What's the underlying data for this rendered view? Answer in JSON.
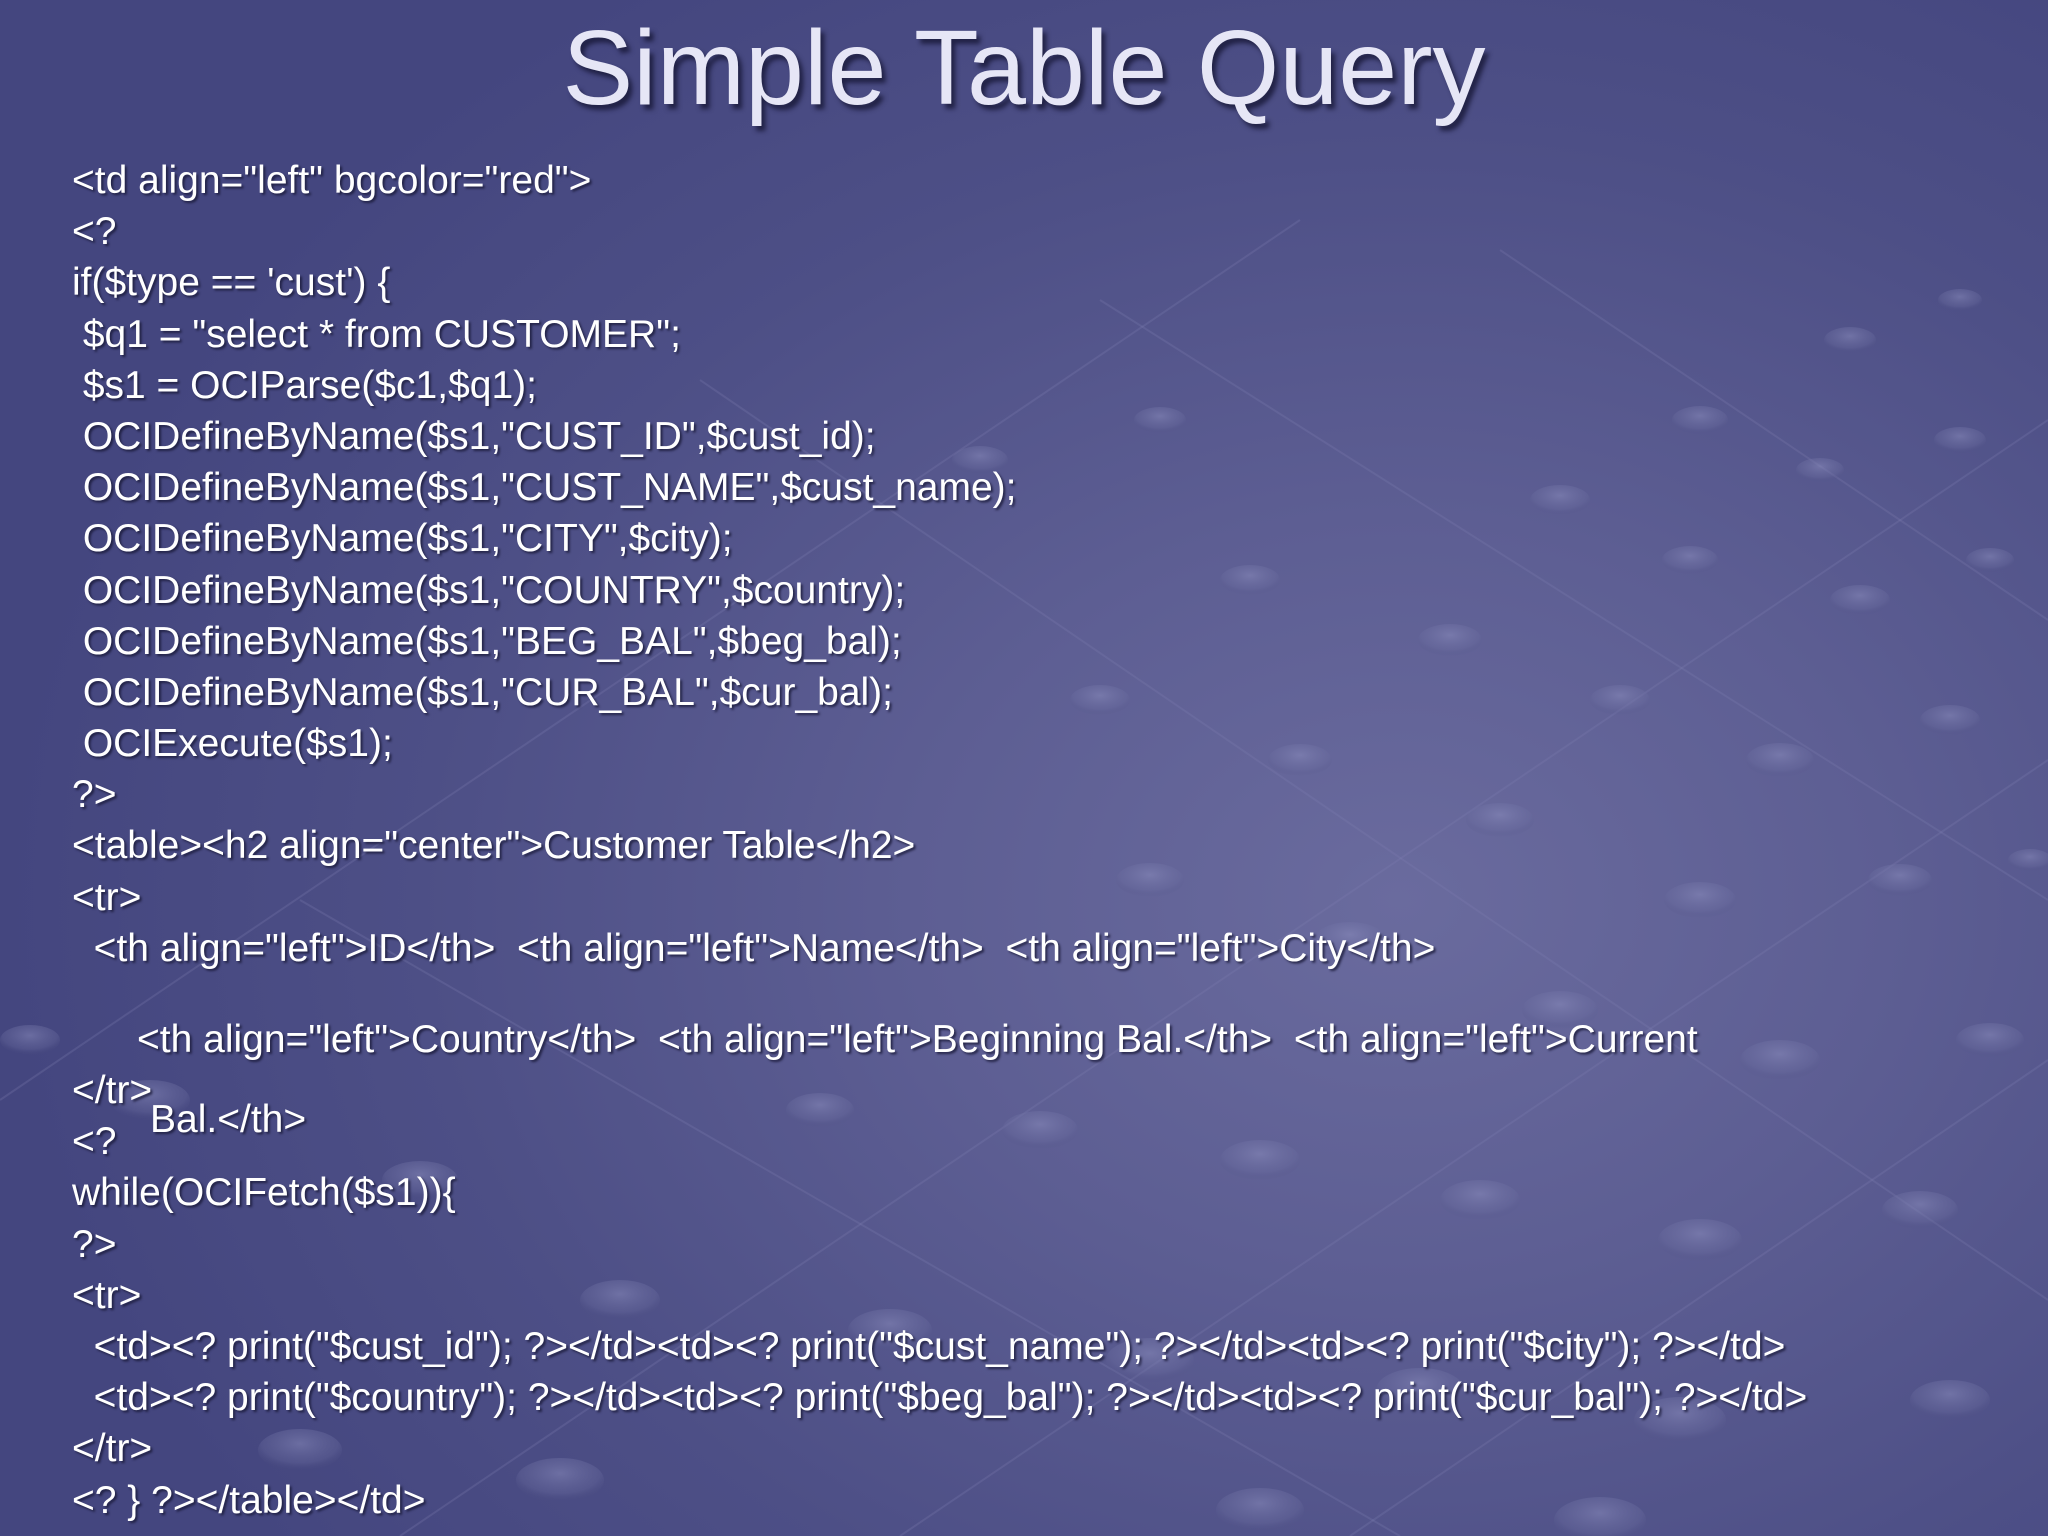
{
  "slide": {
    "title": "Simple Table Query",
    "code_lines": [
      "<td align=\"left\" bgcolor=\"red\">",
      "<?",
      "if($type == 'cust') {",
      " $q1 = \"select * from CUSTOMER\";",
      " $s1 = OCIParse($c1,$q1);",
      " OCIDefineByName($s1,\"CUST_ID\",$cust_id);",
      " OCIDefineByName($s1,\"CUST_NAME\",$cust_name);",
      " OCIDefineByName($s1,\"CITY\",$city);",
      " OCIDefineByName($s1,\"COUNTRY\",$country);",
      " OCIDefineByName($s1,\"BEG_BAL\",$beg_bal);",
      " OCIDefineByName($s1,\"CUR_BAL\",$cur_bal);",
      " OCIExecute($s1);",
      "?>",
      "<table><h2 align=\"center\">Customer Table</h2>",
      "<tr>",
      "  <th align=\"left\">ID</th>  <th align=\"left\">Name</th>  <th align=\"left\">City</th>",
      "  <th align=\"left\">Country</th>  <th align=\"left\">Beginning Bal.</th>  <th align=\"left\">Current",
      "Bal.</th>",
      "</tr>",
      "<?",
      "while(OCIFetch($s1)){",
      "?>",
      "<tr>",
      "  <td><? print(\"$cust_id\"); ?></td><td><? print(\"$cust_name\"); ?></td><td><? print(\"$city\"); ?></td>",
      "  <td><? print(\"$country\"); ?></td><td><? print(\"$beg_bal\"); ?></td><td><? print(\"$cur_bal\"); ?></td>",
      "</tr>",
      "<? } ?></table></td>"
    ]
  }
}
